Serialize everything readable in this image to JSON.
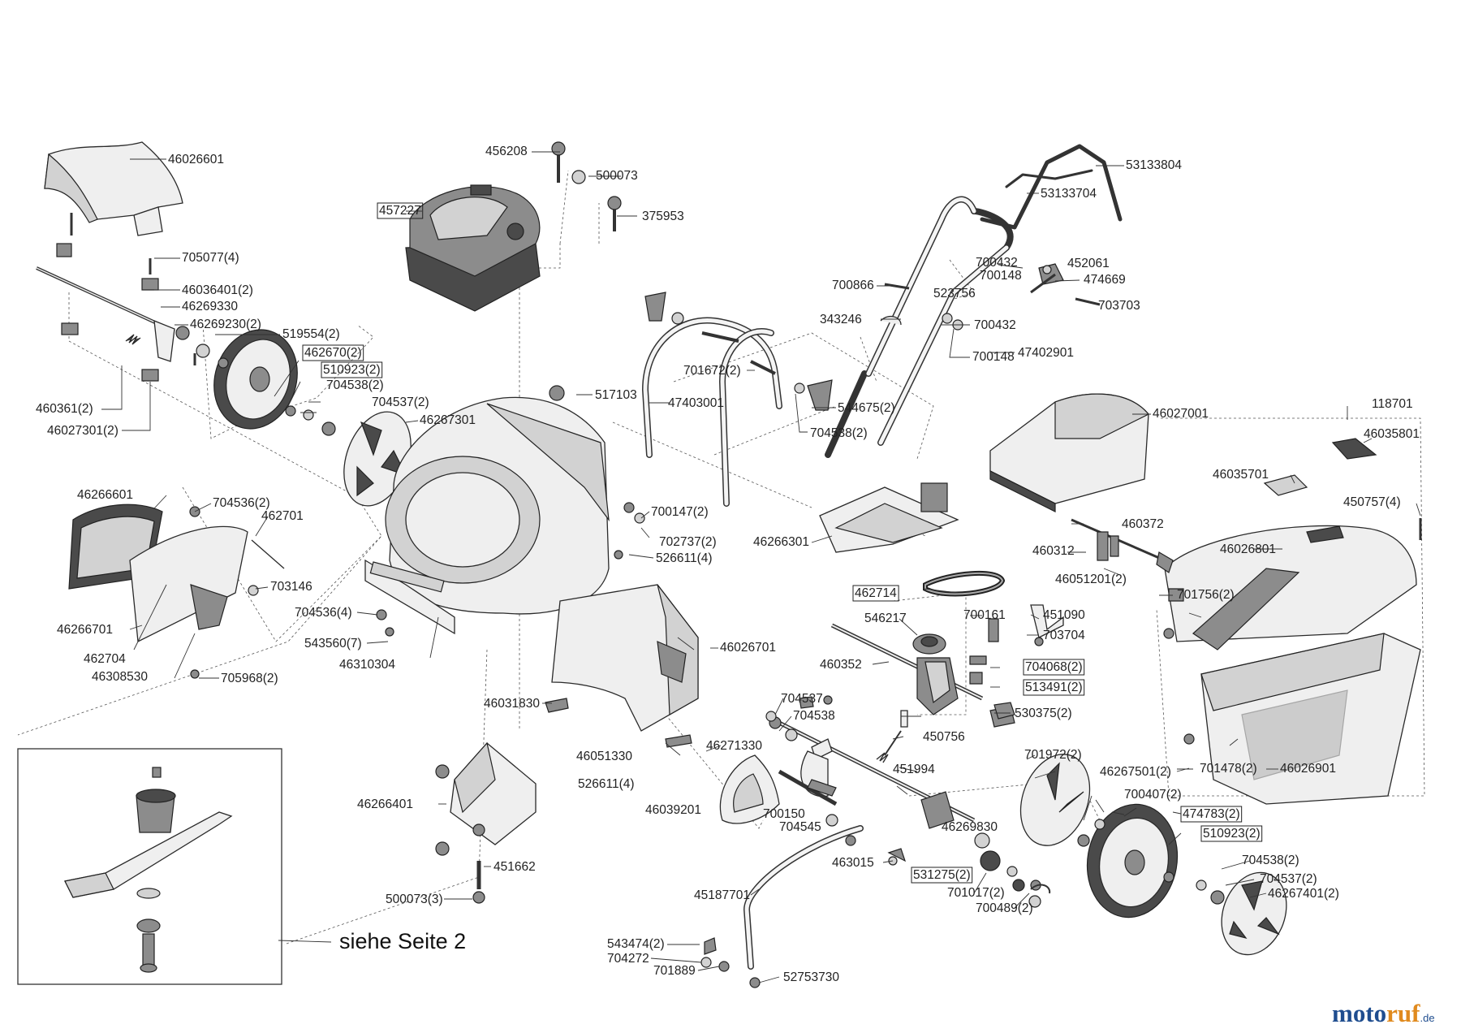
{
  "diagram": {
    "labels": [
      {
        "id": "p46026601",
        "text": "46026601",
        "boxed": false
      },
      {
        "id": "p456208",
        "text": "456208",
        "boxed": false
      },
      {
        "id": "p500073",
        "text": "500073",
        "boxed": false
      },
      {
        "id": "p457227",
        "text": "457227",
        "boxed": true
      },
      {
        "id": "p375953",
        "text": "375953",
        "boxed": false
      },
      {
        "id": "p53133804",
        "text": "53133804",
        "boxed": false
      },
      {
        "id": "p53133704",
        "text": "53133704",
        "boxed": false
      },
      {
        "id": "p705077",
        "text": "705077(4)",
        "boxed": false
      },
      {
        "id": "p46036401",
        "text": "46036401(2)",
        "boxed": false
      },
      {
        "id": "p46269330",
        "text": "46269330",
        "boxed": false
      },
      {
        "id": "p46269230",
        "text": "46269230(2)",
        "boxed": false
      },
      {
        "id": "p519554",
        "text": "519554(2)",
        "boxed": false
      },
      {
        "id": "p462670",
        "text": "462670(2)",
        "boxed": true
      },
      {
        "id": "p510923a",
        "text": "510923(2)",
        "boxed": true
      },
      {
        "id": "p704538a",
        "text": "704538(2)",
        "boxed": false
      },
      {
        "id": "p704537a",
        "text": "704537(2)",
        "boxed": false
      },
      {
        "id": "p460361",
        "text": "460361(2)",
        "boxed": false
      },
      {
        "id": "p46027301",
        "text": "46027301(2)",
        "boxed": false
      },
      {
        "id": "p46267301",
        "text": "46267301",
        "boxed": false
      },
      {
        "id": "p517103",
        "text": "517103",
        "boxed": false
      },
      {
        "id": "p700432a",
        "text": "700432",
        "boxed": false
      },
      {
        "id": "p452061",
        "text": "452061",
        "boxed": false
      },
      {
        "id": "p700148a",
        "text": "700148",
        "boxed": false
      },
      {
        "id": "p474669",
        "text": "474669",
        "boxed": false
      },
      {
        "id": "p700866",
        "text": "700866",
        "boxed": false
      },
      {
        "id": "p523756",
        "text": "523756",
        "boxed": false
      },
      {
        "id": "p703703",
        "text": "703703",
        "boxed": false
      },
      {
        "id": "p343246",
        "text": "343246",
        "boxed": false
      },
      {
        "id": "p700432b",
        "text": "700432",
        "boxed": false
      },
      {
        "id": "p700148b",
        "text": "700148",
        "boxed": false
      },
      {
        "id": "p47402901",
        "text": "47402901",
        "boxed": false
      },
      {
        "id": "p701672",
        "text": "701672(2)",
        "boxed": false
      },
      {
        "id": "p47403001",
        "text": "47403001",
        "boxed": false
      },
      {
        "id": "p544675",
        "text": "544675(2)",
        "boxed": false
      },
      {
        "id": "p704538b",
        "text": "704538(2)",
        "boxed": false
      },
      {
        "id": "p46027001",
        "text": "46027001",
        "boxed": false
      },
      {
        "id": "p118701",
        "text": "118701",
        "boxed": false
      },
      {
        "id": "p46035801",
        "text": "46035801",
        "boxed": false
      },
      {
        "id": "p46035701",
        "text": "46035701",
        "boxed": false
      },
      {
        "id": "p450757",
        "text": "450757(4)",
        "boxed": false
      },
      {
        "id": "p46266601",
        "text": "46266601",
        "boxed": false
      },
      {
        "id": "p704536a",
        "text": "704536(2)",
        "boxed": false
      },
      {
        "id": "p462701",
        "text": "462701",
        "boxed": false
      },
      {
        "id": "p703146",
        "text": "703146",
        "boxed": false
      },
      {
        "id": "p46266701",
        "text": "46266701",
        "boxed": false
      },
      {
        "id": "p462704",
        "text": "462704",
        "boxed": false
      },
      {
        "id": "p46308530",
        "text": "46308530",
        "boxed": false
      },
      {
        "id": "p705968",
        "text": "705968(2)",
        "boxed": false
      },
      {
        "id": "p704536b",
        "text": "704536(4)",
        "boxed": false
      },
      {
        "id": "p543560",
        "text": "543560(7)",
        "boxed": false
      },
      {
        "id": "p46310304",
        "text": "46310304",
        "boxed": false
      },
      {
        "id": "p700147",
        "text": "700147(2)",
        "boxed": false
      },
      {
        "id": "p702737",
        "text": "702737(2)",
        "boxed": false
      },
      {
        "id": "p526611a",
        "text": "526611(4)",
        "boxed": false
      },
      {
        "id": "p46266301",
        "text": "46266301",
        "boxed": false
      },
      {
        "id": "p460372",
        "text": "460372",
        "boxed": false
      },
      {
        "id": "p460312",
        "text": "460312",
        "boxed": false
      },
      {
        "id": "p46051201",
        "text": "46051201(2)",
        "boxed": false
      },
      {
        "id": "p46026801",
        "text": "46026801",
        "boxed": false
      },
      {
        "id": "p462714",
        "text": "462714",
        "boxed": true
      },
      {
        "id": "p700161",
        "text": "700161",
        "boxed": false
      },
      {
        "id": "p546217",
        "text": "546217",
        "boxed": false
      },
      {
        "id": "p451090",
        "text": "451090",
        "boxed": false
      },
      {
        "id": "p703704",
        "text": "703704",
        "boxed": false
      },
      {
        "id": "p701756",
        "text": "701756(2)",
        "boxed": false
      },
      {
        "id": "p46026701",
        "text": "46026701",
        "boxed": false
      },
      {
        "id": "p460352",
        "text": "460352",
        "boxed": false
      },
      {
        "id": "p704068",
        "text": "704068(2)",
        "boxed": true
      },
      {
        "id": "p513491",
        "text": "513491(2)",
        "boxed": true
      },
      {
        "id": "p46031830",
        "text": "46031830",
        "boxed": false
      },
      {
        "id": "p704537b",
        "text": "704537",
        "boxed": false
      },
      {
        "id": "p704538c",
        "text": "704538",
        "boxed": false
      },
      {
        "id": "p530375",
        "text": "530375(2)",
        "boxed": false
      },
      {
        "id": "p450756",
        "text": "450756",
        "boxed": false
      },
      {
        "id": "p46051330",
        "text": "46051330",
        "boxed": false
      },
      {
        "id": "p46271330",
        "text": "46271330",
        "boxed": false
      },
      {
        "id": "p451994",
        "text": "451994",
        "boxed": false
      },
      {
        "id": "p701478",
        "text": "701478(2)",
        "boxed": false
      },
      {
        "id": "p46026901",
        "text": "46026901",
        "boxed": false
      },
      {
        "id": "p701972",
        "text": "701972(2)",
        "boxed": false
      },
      {
        "id": "p46267501",
        "text": "46267501(2)",
        "boxed": false
      },
      {
        "id": "p526611b",
        "text": "526611(4)",
        "boxed": false
      },
      {
        "id": "p700407",
        "text": "700407(2)",
        "boxed": false
      },
      {
        "id": "p46039201",
        "text": "46039201",
        "boxed": false
      },
      {
        "id": "p700150",
        "text": "700150",
        "boxed": false
      },
      {
        "id": "p704545",
        "text": "704545",
        "boxed": false
      },
      {
        "id": "p46269830",
        "text": "46269830",
        "boxed": false
      },
      {
        "id": "p474783",
        "text": "474783(2)",
        "boxed": true
      },
      {
        "id": "p510923b",
        "text": "510923(2)",
        "boxed": true
      },
      {
        "id": "p46266401",
        "text": "46266401",
        "boxed": false
      },
      {
        "id": "p451662",
        "text": "451662",
        "boxed": false
      },
      {
        "id": "p463015",
        "text": "463015",
        "boxed": false
      },
      {
        "id": "p531275",
        "text": "531275(2)",
        "boxed": true
      },
      {
        "id": "p704538d",
        "text": "704538(2)",
        "boxed": false
      },
      {
        "id": "p704537c",
        "text": "704537(2)",
        "boxed": false
      },
      {
        "id": "p500073b",
        "text": "500073(3)",
        "boxed": false
      },
      {
        "id": "p45187701",
        "text": "45187701",
        "boxed": false
      },
      {
        "id": "p701017",
        "text": "701017(2)",
        "boxed": false
      },
      {
        "id": "p700489",
        "text": "700489(2)",
        "boxed": false
      },
      {
        "id": "p46267401",
        "text": "46267401(2)",
        "boxed": false
      },
      {
        "id": "p543474",
        "text": "543474(2)",
        "boxed": false
      },
      {
        "id": "p704272",
        "text": "704272",
        "boxed": false
      },
      {
        "id": "p701889",
        "text": "701889",
        "boxed": false
      },
      {
        "id": "p52753730",
        "text": "52753730",
        "boxed": false
      }
    ],
    "inset_caption": "siehe Seite 2",
    "watermark": {
      "part1": "moto",
      "part2": "ruf",
      "suffix": ".de"
    }
  },
  "colors": {
    "ink": "#222222",
    "logo_blue": "#1f4d8f",
    "logo_orange": "#e08a1e"
  }
}
